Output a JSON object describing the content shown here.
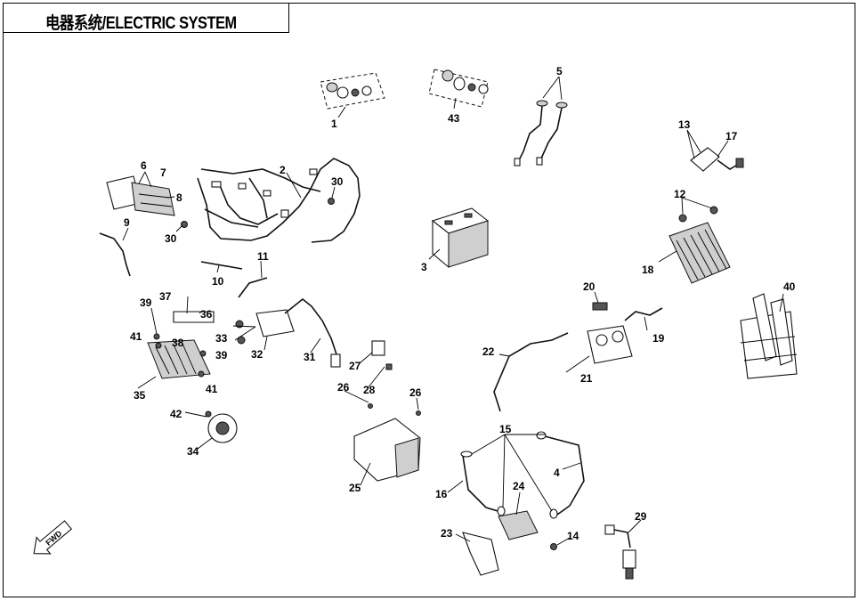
{
  "title": "电器系统/ELECTRIC SYSTEM",
  "colors": {
    "line": "#111111",
    "fill_gray": "#cfcfcf",
    "fill_dark": "#555555",
    "background": "#ffffff"
  },
  "fwd_icon": "forward-arrow-icon",
  "fwd_label": "FWD",
  "callouts": [
    "1",
    "2",
    "3",
    "4",
    "5",
    "6",
    "7",
    "8",
    "9",
    "10",
    "11",
    "12",
    "13",
    "14",
    "15",
    "16",
    "17",
    "18",
    "19",
    "20",
    "21",
    "22",
    "23",
    "24",
    "25",
    "26",
    "27",
    "28",
    "29",
    "30",
    "31",
    "32",
    "33",
    "34",
    "35",
    "36",
    "37",
    "38",
    "39",
    "40",
    "41",
    "42",
    "43"
  ],
  "callout_labels": {
    "n1": "1",
    "n2": "2",
    "n3": "3",
    "n4": "4",
    "n5": "5",
    "n6": "6",
    "n7": "7",
    "n8": "8",
    "n9": "9",
    "n10": "10",
    "n11": "11",
    "n12": "12",
    "n13": "13",
    "n14": "14",
    "n15": "15",
    "n16": "16",
    "n17": "17",
    "n18": "18",
    "n19": "19",
    "n20": "20",
    "n21": "21",
    "n22": "22",
    "n23": "23",
    "n24": "24",
    "n25": "25",
    "n26a": "26",
    "n26b": "26",
    "n27": "27",
    "n28": "28",
    "n29": "29",
    "n30a": "30",
    "n30b": "30",
    "n31": "31",
    "n32": "32",
    "n33": "33",
    "n34": "34",
    "n35": "35",
    "n36": "36",
    "n37": "37",
    "n38": "38",
    "n39a": "39",
    "n39b": "39",
    "n40": "40",
    "n41a": "41",
    "n41b": "41",
    "n42": "42",
    "n43": "43"
  }
}
